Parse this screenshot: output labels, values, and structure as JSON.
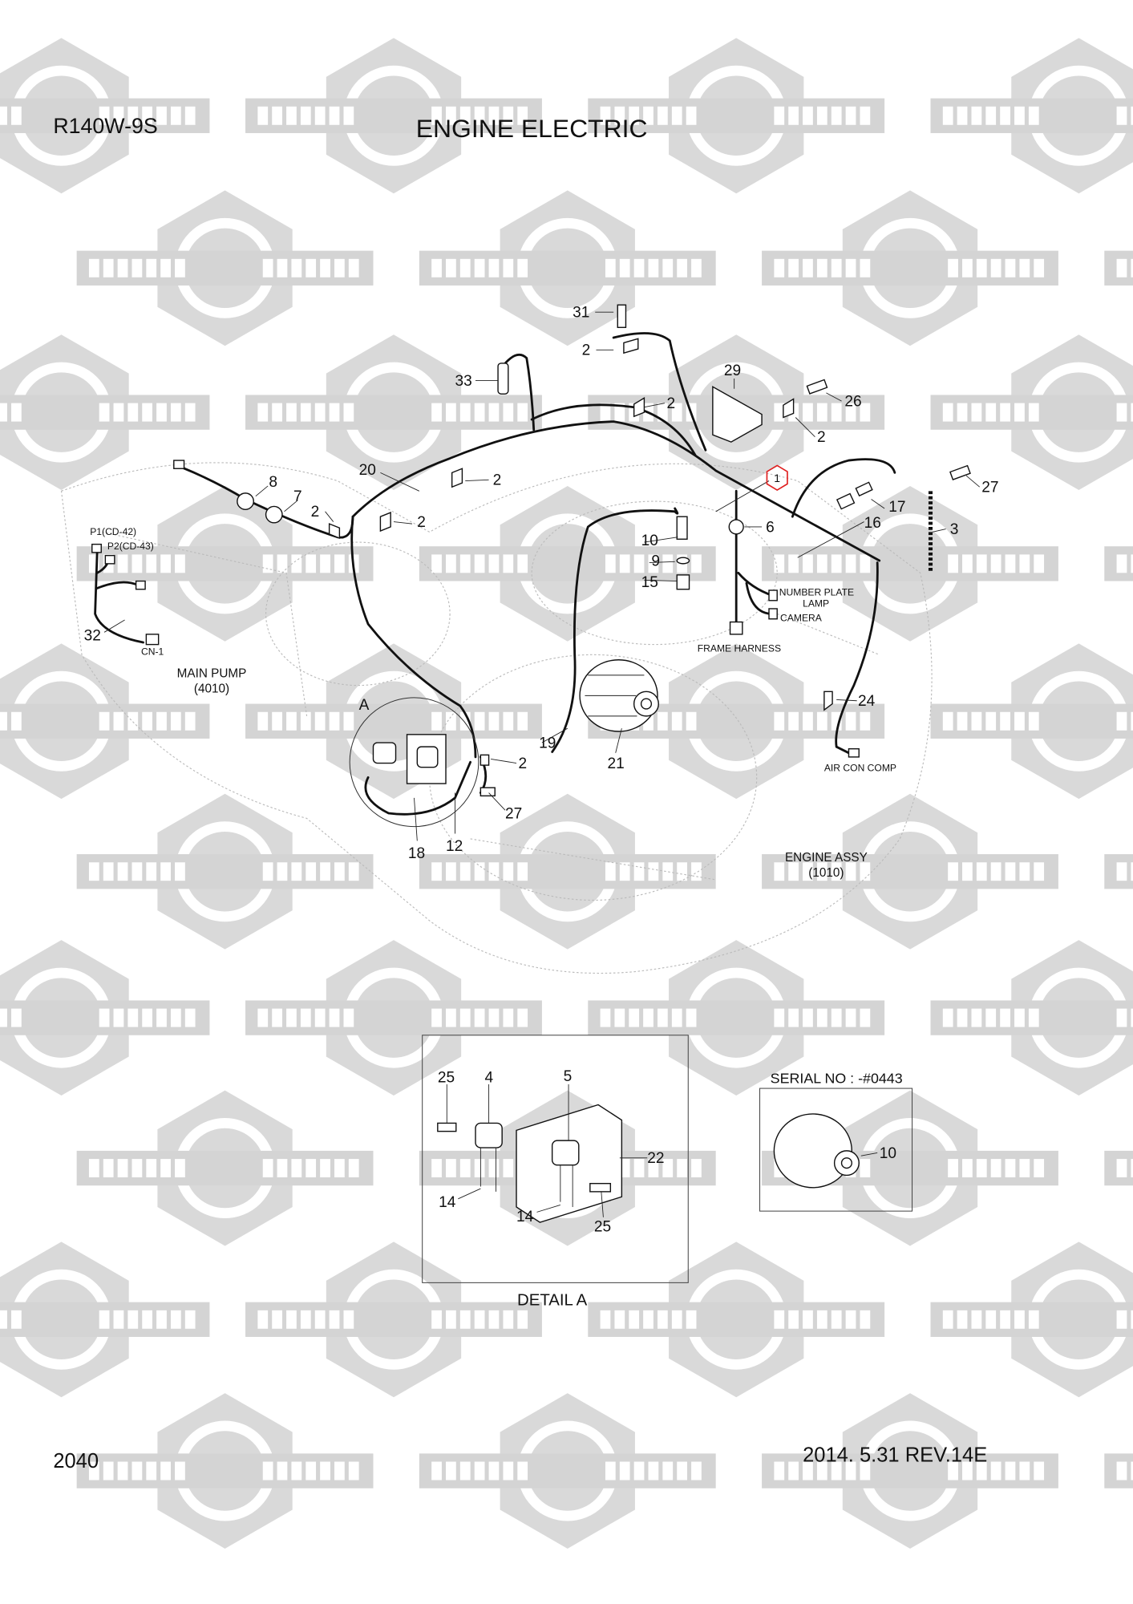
{
  "header": {
    "model": "R140W-9S",
    "title": "ENGINE ELECTRIC"
  },
  "footer": {
    "page": "2040",
    "date_rev": "2014. 5.31  REV.14E"
  },
  "watermark": {
    "left": "КОМПАРТ",
    "right": "COMPART"
  },
  "highlight_color": "#e02020",
  "callouts": [
    "31",
    "2",
    "33",
    "29",
    "26",
    "2",
    "2",
    "1",
    "27",
    "20",
    "2",
    "8",
    "7",
    "2",
    "2",
    "17",
    "16",
    "6",
    "3",
    "10",
    "9",
    "15",
    "32",
    "24",
    "A",
    "19",
    "2",
    "21",
    "27",
    "18",
    "12"
  ],
  "labels": {
    "p1": "P1(CD-42)",
    "p2": "P2(CD-43)",
    "cn1": "CN-1",
    "main_pump": "MAIN PUMP",
    "main_pump_code": "(4010)",
    "number_plate": "NUMBER PLATE",
    "lamp": "LAMP",
    "camera": "CAMERA",
    "frame_harness": "FRAME HARNESS",
    "air_con": "AIR CON COMP",
    "engine_assy": "ENGINE ASSY",
    "engine_assy_code": "(1010)"
  },
  "detail_a": {
    "title": "DETAIL A",
    "callouts": [
      "25",
      "4",
      "5",
      "22",
      "14",
      "14",
      "25"
    ]
  },
  "serial": {
    "label": "SERIAL NO : -#0443",
    "callouts": [
      "10"
    ]
  }
}
